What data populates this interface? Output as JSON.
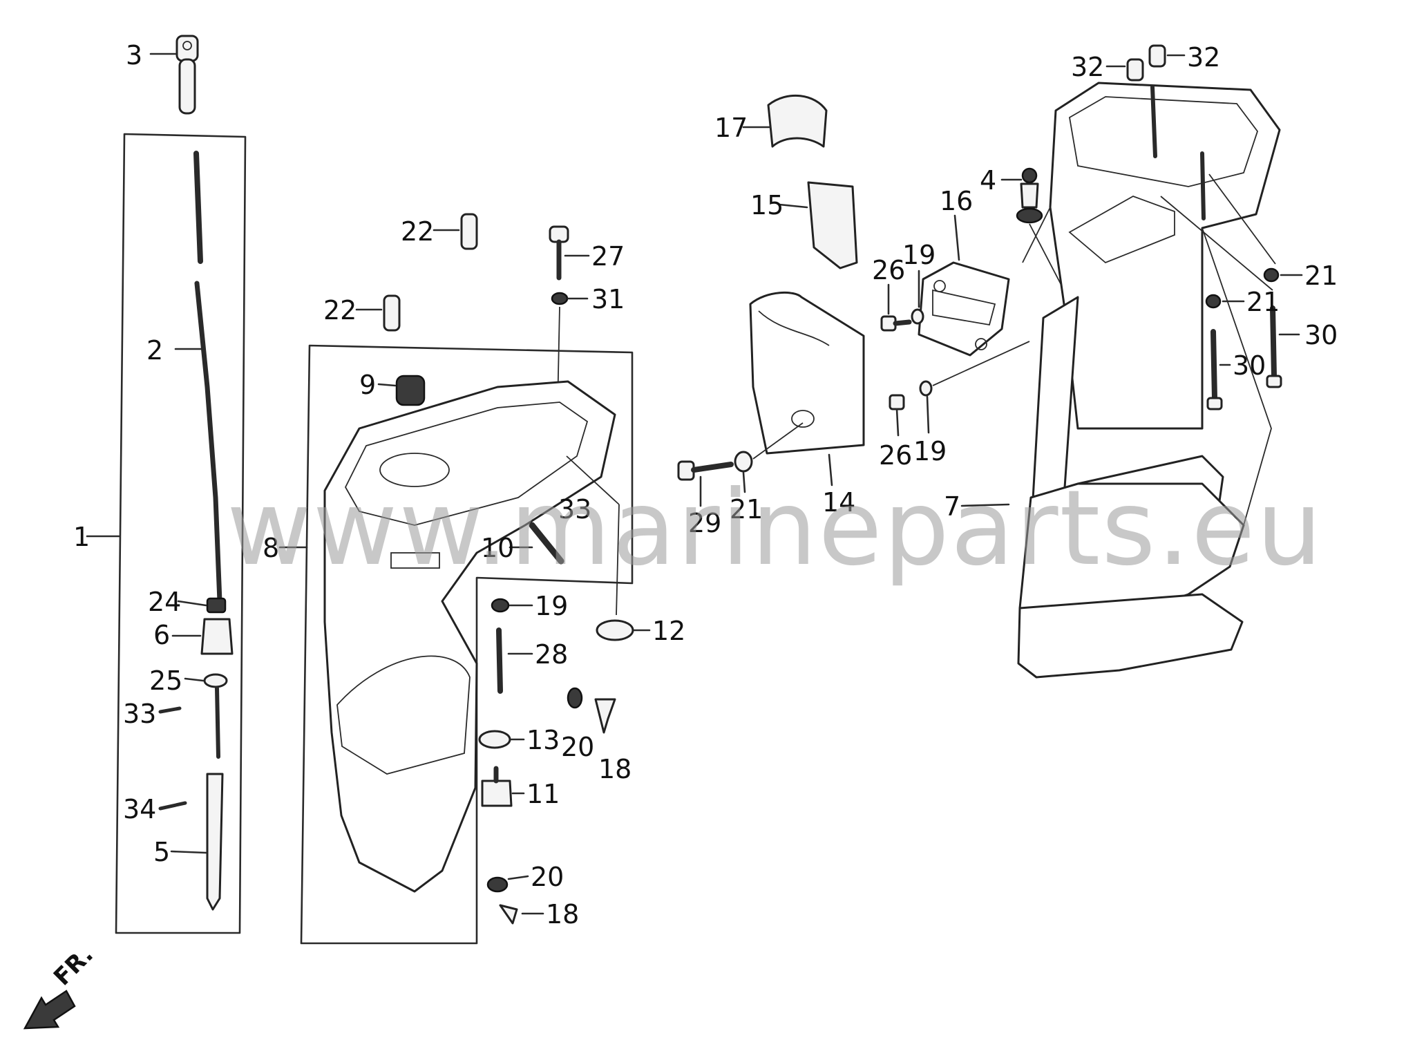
{
  "watermark": "www.marineparts.eu",
  "direction_marker": "FR.",
  "callouts": {
    "c1": "1",
    "c2": "2",
    "c3": "3",
    "c4": "4",
    "c5": "5",
    "c6": "6",
    "c7": "7",
    "c8": "8",
    "c9": "9",
    "c10": "10",
    "c11": "11",
    "c12": "12",
    "c13": "13",
    "c14": "14",
    "c15": "15",
    "c16": "16",
    "c17": "17",
    "c18a": "18",
    "c18b": "18",
    "c19a": "19",
    "c19b": "19",
    "c19c": "19",
    "c20a": "20",
    "c20b": "20",
    "c21a": "21",
    "c21b": "21",
    "c21c": "21",
    "c22a": "22",
    "c22b": "22",
    "c24": "24",
    "c25": "25",
    "c26a": "26",
    "c26b": "26",
    "c27": "27",
    "c28": "28",
    "c29": "29",
    "c30a": "30",
    "c30b": "30",
    "c31": "31",
    "c32a": "32",
    "c32b": "32",
    "c33a": "33",
    "c33b": "33",
    "c34": "34"
  }
}
